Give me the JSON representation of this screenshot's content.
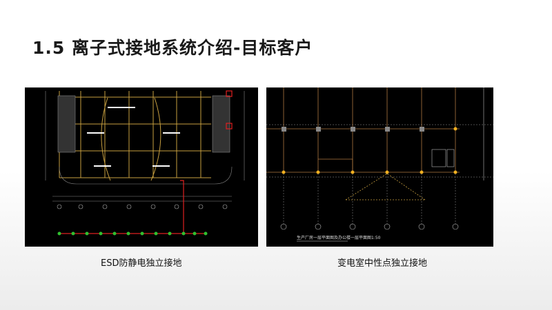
{
  "slide": {
    "title": "1.5 离子式接地系统介绍-目标客户"
  },
  "figures": [
    {
      "caption": "ESD防静电独立接地"
    },
    {
      "caption": "变电室中性点独立接地",
      "drawing_label": "生产厂房一层平面图及办公楼一层平面图1:50"
    }
  ],
  "colors": {
    "cad_bg": "#000000",
    "grid_gold": "#c8a040",
    "ground_red": "#e02020",
    "electrode_green": "#30c030"
  }
}
